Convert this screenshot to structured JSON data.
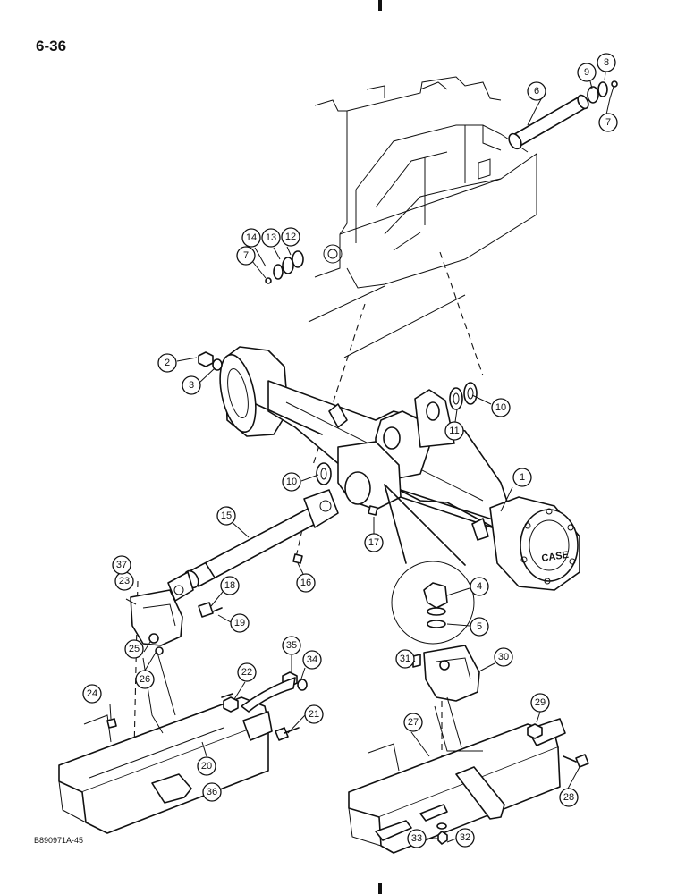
{
  "page_number": "6-36",
  "figure_code": "B890971A-45",
  "callouts": [
    {
      "label": "1"
    },
    {
      "label": "2"
    },
    {
      "label": "3"
    },
    {
      "label": "4"
    },
    {
      "label": "5"
    },
    {
      "label": "6"
    },
    {
      "label": "7"
    },
    {
      "label": "7"
    },
    {
      "label": "8"
    },
    {
      "label": "9"
    },
    {
      "label": "10"
    },
    {
      "label": "10"
    },
    {
      "label": "11"
    },
    {
      "label": "12"
    },
    {
      "label": "13"
    },
    {
      "label": "14"
    },
    {
      "label": "15"
    },
    {
      "label": "16"
    },
    {
      "label": "17"
    },
    {
      "label": "18"
    },
    {
      "label": "19"
    },
    {
      "label": "20"
    },
    {
      "label": "21"
    },
    {
      "label": "22"
    },
    {
      "label": "23"
    },
    {
      "label": "24"
    },
    {
      "label": "25"
    },
    {
      "label": "26"
    },
    {
      "label": "27"
    },
    {
      "label": "28"
    },
    {
      "label": "29"
    },
    {
      "label": "30"
    },
    {
      "label": "31"
    },
    {
      "label": "32"
    },
    {
      "label": "33"
    },
    {
      "label": "34"
    },
    {
      "label": "35"
    },
    {
      "label": "36"
    },
    {
      "label": "37"
    }
  ]
}
